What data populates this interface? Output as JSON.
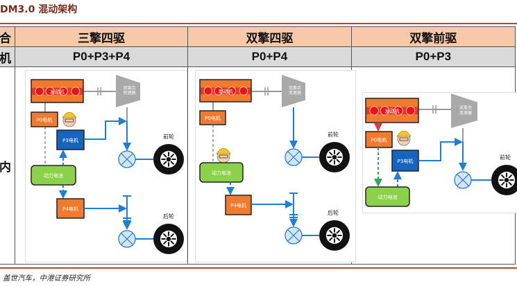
{
  "title": "DM3.0 混动架构",
  "table": {
    "row_labels": [
      "合",
      "机",
      "内"
    ],
    "columns": [
      {
        "name": "三擎四驱",
        "motors": "P0+P3+P4"
      },
      {
        "name": "双擎四驱",
        "motors": "P0+P4"
      },
      {
        "name": "双擎前驱",
        "motors": "P0+P3"
      }
    ]
  },
  "diagram_labels": {
    "engine": "发动机",
    "gearbox_line1": "双离合",
    "gearbox_line2": "变速器",
    "p0": "P0电机",
    "p3": "P3电机",
    "p4": "P4电机",
    "battery": "动力电池",
    "front_wheel": "前轮",
    "rear_wheel": "后轮"
  },
  "colors": {
    "engine": "#f07b2e",
    "engine_band": "#e8352a",
    "p3": "#1565c0",
    "battery": "#8bd14a",
    "power_line": "#1e7fd8",
    "header_bg": "#f8c9a8",
    "subheader_bg": "#dadada"
  },
  "source": "盖世汽车，中港证券研究所"
}
